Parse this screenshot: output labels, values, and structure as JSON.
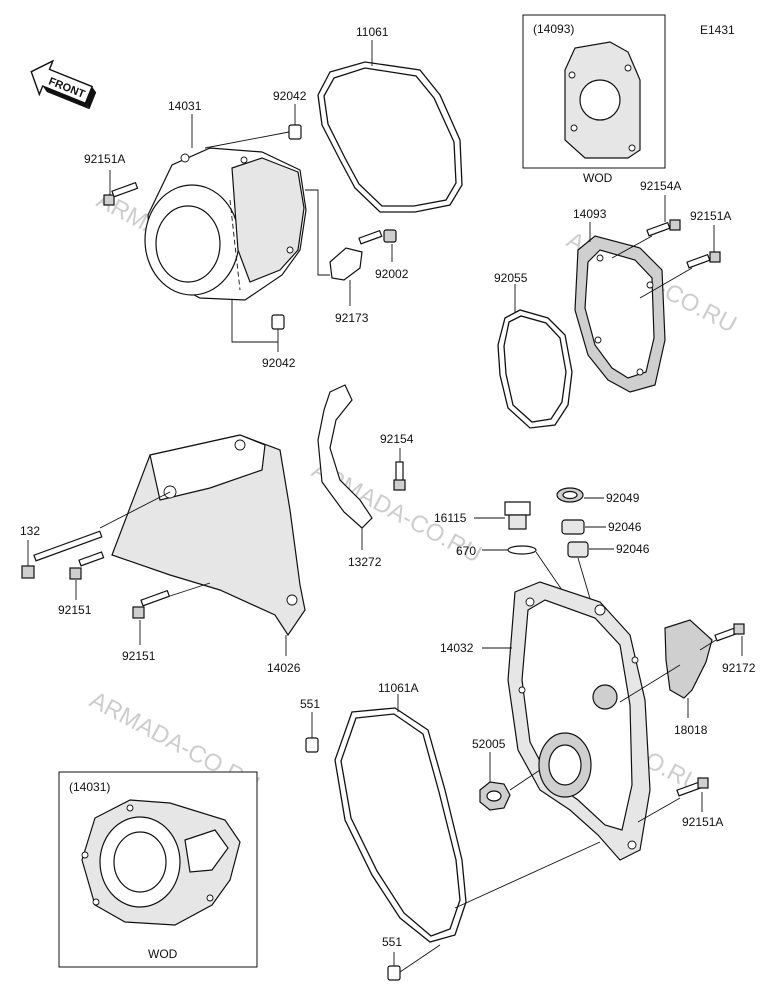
{
  "diagram_code": "E1431",
  "front_arrow_label": "FRONT",
  "watermark": "ARMADA-CO.RU",
  "inset_top": {
    "ref_label": "(14093)",
    "caption": "WOD"
  },
  "inset_bottom": {
    "ref_label": "(14031)",
    "caption": "WOD"
  },
  "labels": {
    "p11061": "11061",
    "p14031": "14031",
    "p92042a": "92042",
    "p92151A_a": "92151A",
    "p92002": "92002",
    "p92173": "92173",
    "p92042b": "92042",
    "p92154A": "92154A",
    "p14093": "14093",
    "p92151A_b": "92151A",
    "p92055": "92055",
    "p92154": "92154",
    "p132": "132",
    "p13272": "13272",
    "p92151a": "92151",
    "p92151b": "92151",
    "p14026": "14026",
    "p16115": "16115",
    "p670": "670",
    "p92049": "92049",
    "p92046a": "92046",
    "p92046b": "92046",
    "p14032": "14032",
    "p92172": "92172",
    "p18018": "18018",
    "p551a": "551",
    "p11061A": "11061A",
    "p52005": "52005",
    "p92151A_c": "92151A",
    "p551b": "551"
  }
}
